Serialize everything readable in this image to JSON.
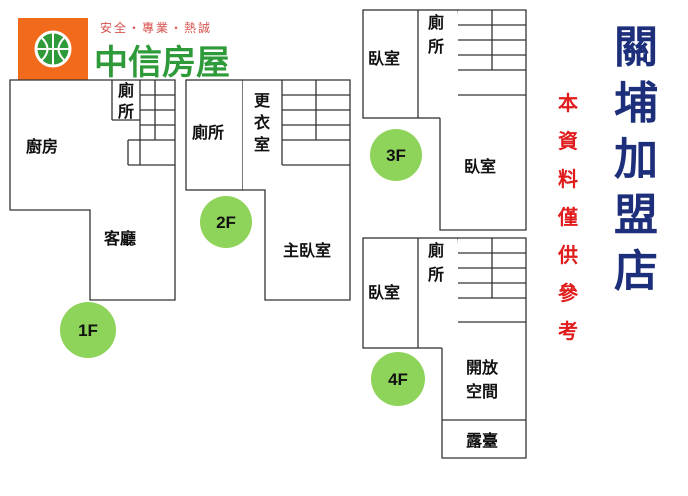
{
  "logo": {
    "tagline": "安全・專業・熱誠",
    "name": "中信房屋",
    "brand_orange": "#f26b1d",
    "brand_green": "#2e9a3a"
  },
  "floors": {
    "f1": {
      "label": "1F",
      "kitchen": "廚房",
      "living": "客廳",
      "toilet": [
        "廁",
        "所"
      ]
    },
    "f2": {
      "label": "2F",
      "toilet": "廁所",
      "closet": [
        "更",
        "衣",
        "室"
      ],
      "master": "主臥室"
    },
    "f3": {
      "label": "3F",
      "bedroom_a": "臥室",
      "toilet": [
        "廁",
        "所"
      ],
      "bedroom_b": "臥室"
    },
    "f4": {
      "label": "4F",
      "bedroom": "臥室",
      "toilet": [
        "廁",
        "所"
      ],
      "open_space": [
        "開放",
        "空間"
      ],
      "terrace": "露臺"
    }
  },
  "note": [
    "本",
    "資",
    "料",
    "僅",
    "供",
    "參",
    "考"
  ],
  "store": [
    "關",
    "埔",
    "加",
    "盟",
    "店"
  ],
  "colors": {
    "floor_badge": "#8ed35a",
    "note_red": "#e01c1c",
    "store_blue": "#1d2f7a"
  }
}
